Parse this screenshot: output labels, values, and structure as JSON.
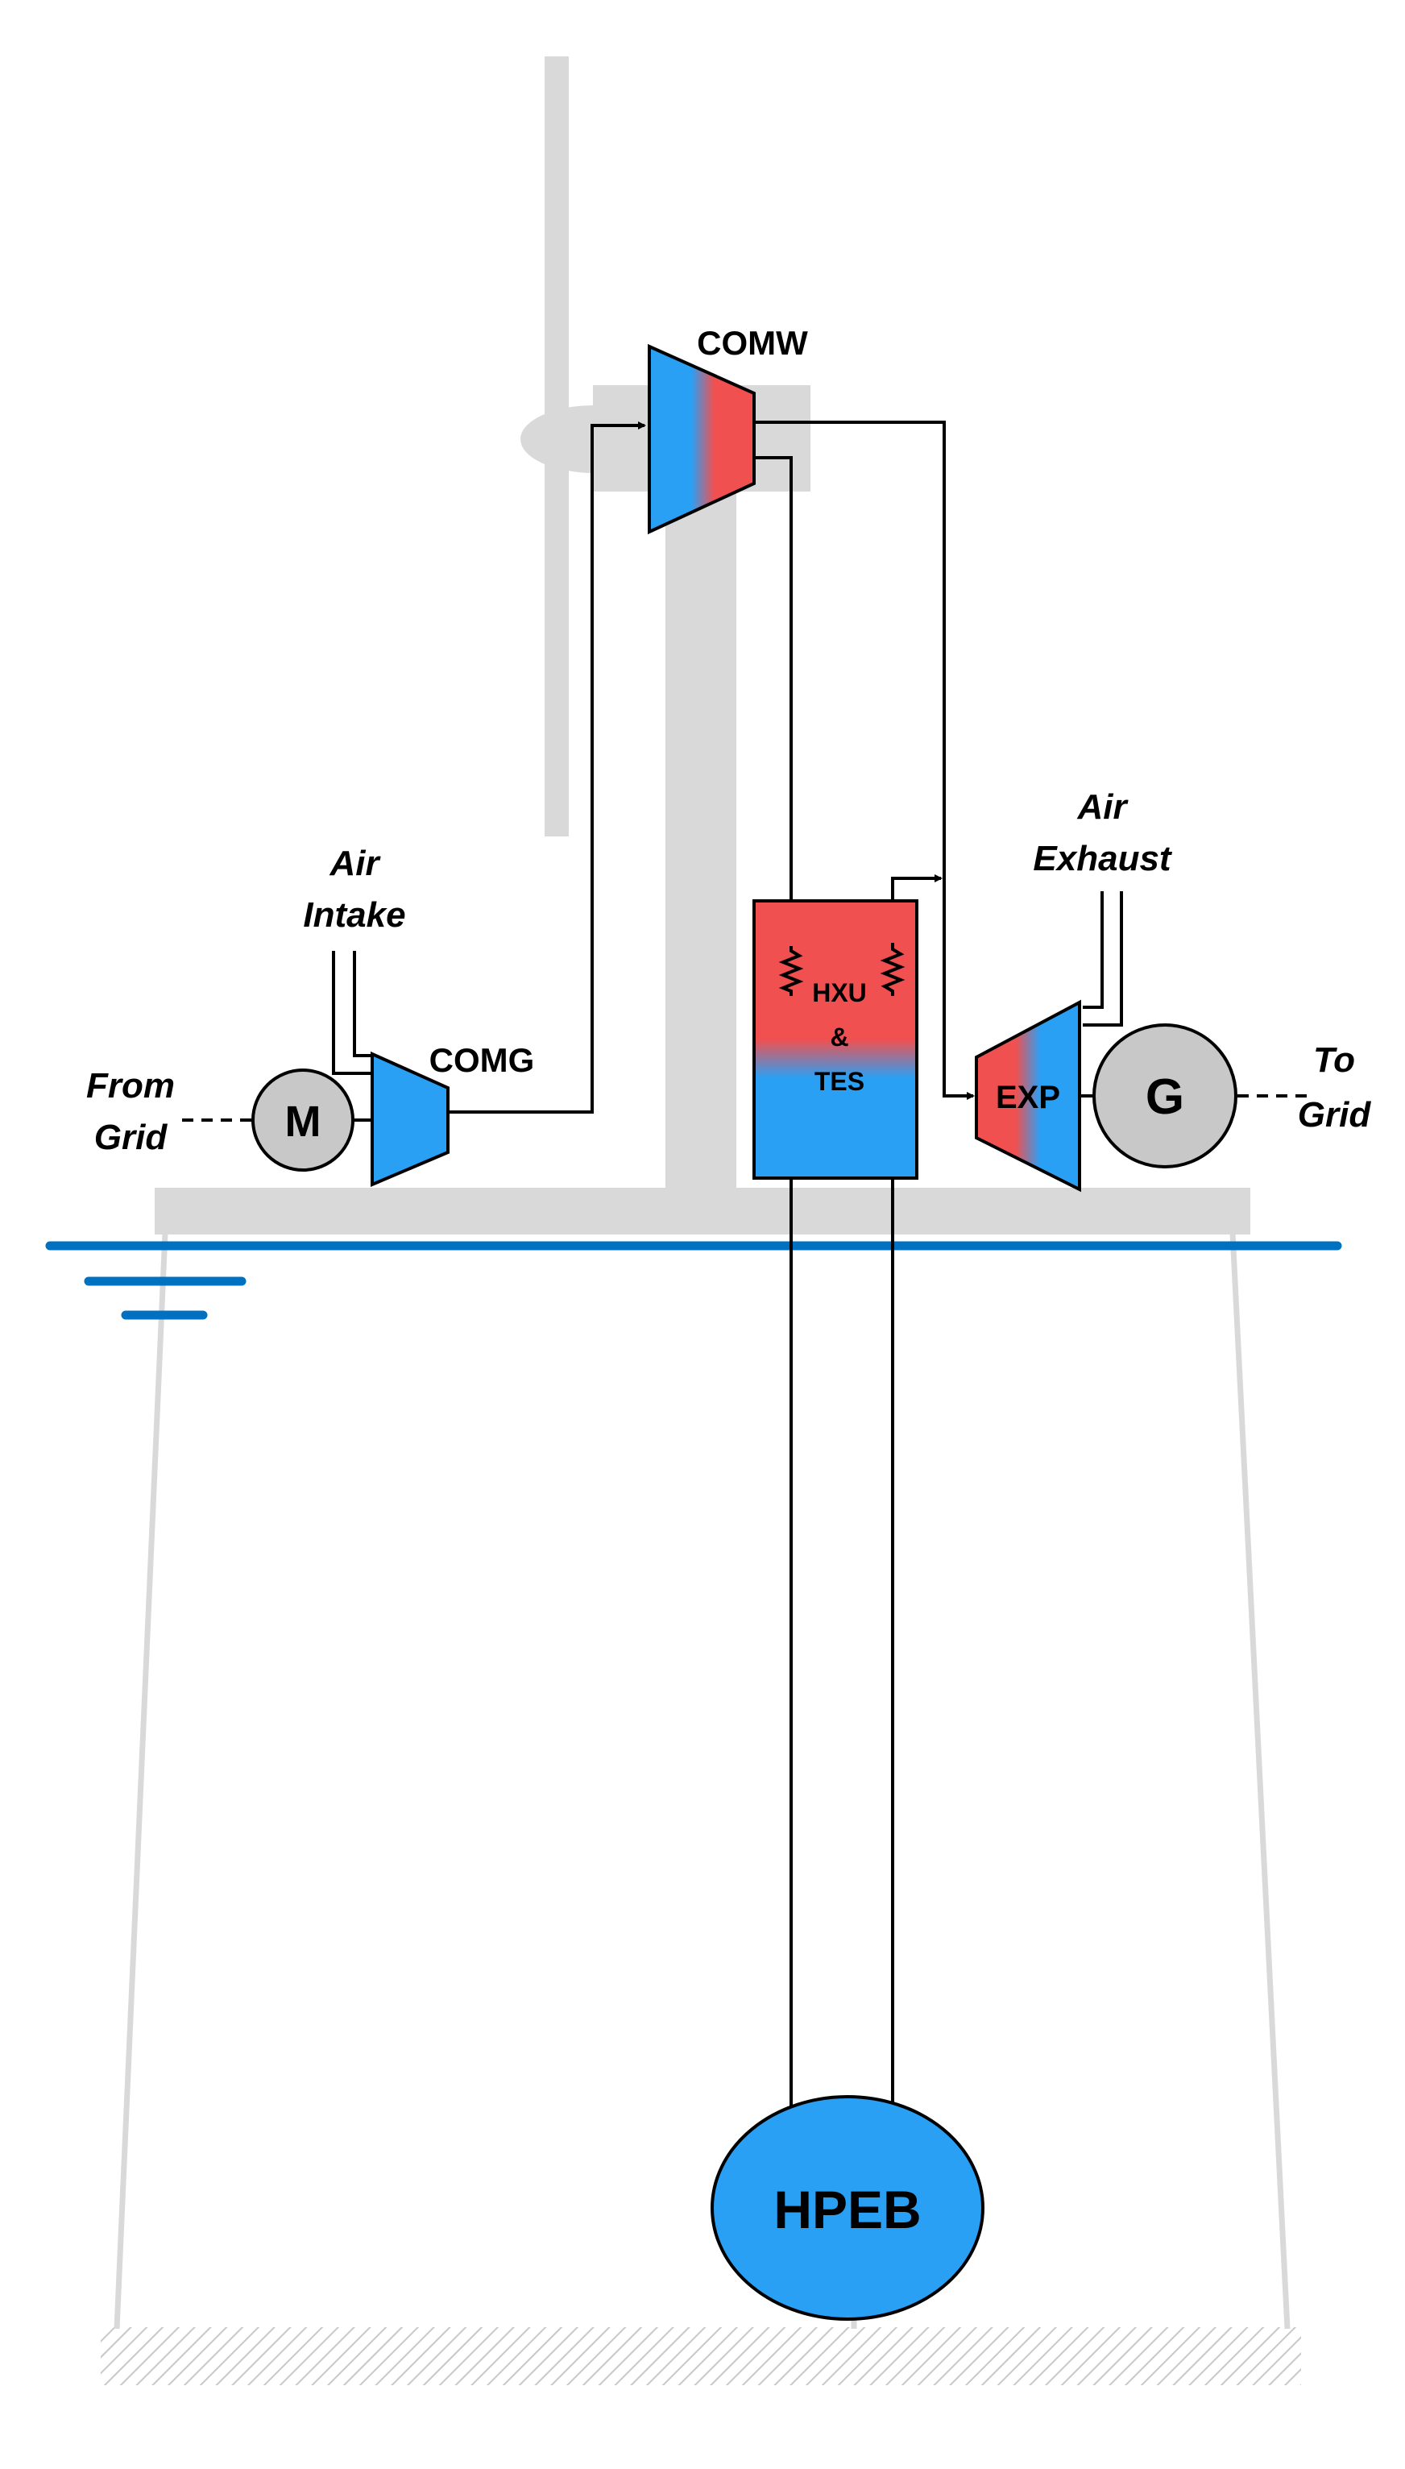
{
  "labels": {
    "comw": "COMW",
    "comg": "COMG",
    "exp": "EXP",
    "motor": "M",
    "generator": "G",
    "hpeb": "HPEB",
    "hxu_line1": "HXU",
    "hxu_line2": "&",
    "hxu_line3": "TES",
    "air_intake_line1": "Air",
    "air_intake_line2": "Intake",
    "air_exhaust_line1": "Air",
    "air_exhaust_line2": "Exhaust",
    "from_grid_line1": "From",
    "from_grid_line2": "Grid",
    "to_grid_line1": "To",
    "to_grid_line2": "Grid"
  },
  "colors": {
    "hot": "#f05050",
    "cold": "#2aa0f5",
    "structure": "#d9d9d9",
    "machine_gray": "#c8c8c8",
    "water": "#0070c0",
    "line": "#000000"
  }
}
